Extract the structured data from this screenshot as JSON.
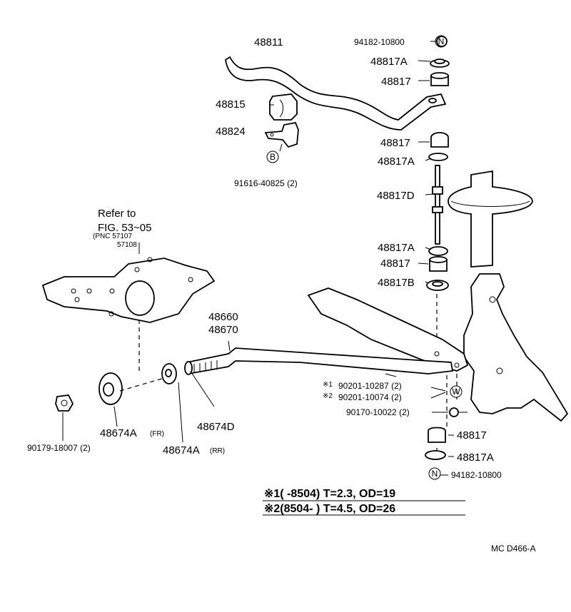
{
  "labels": {
    "l48811": "48811",
    "n94182_top": "94182-10800",
    "l48817A_1": "48817A",
    "l48817_1": "48817",
    "l48815": "48815",
    "l48824": "48824",
    "l48817_2": "48817",
    "l48817A_2": "48817A",
    "l91616": "91616-40825 (2)",
    "l48817D": "48817D",
    "l48817A_3": "48817A",
    "l48817_3": "48817",
    "l48817B": "48817B",
    "l48660": "48660",
    "l48670": "48670",
    "n90201_1": "90201-10287 (2)",
    "n90201_2": "90201-10074 (2)",
    "n90170": "90170-10022 (2)",
    "l48817_4": "48817",
    "l48817A_4": "48817A",
    "n94182_bot": "94182-10800",
    "l48674D": "48674D",
    "l48674A_fr": "48674A",
    "fr_tag": "(FR)",
    "l48674A_rr": "48674A",
    "rr_tag": "(RR)",
    "n90179": "90179-18007 (2)",
    "mark1": "※1",
    "mark2": "※2"
  },
  "symbols": {
    "N": "N",
    "B": "B",
    "W": "W"
  },
  "reference": {
    "line1": "Refer to",
    "line2": "FIG. 53~05",
    "pnc1": "(PNC 57107",
    "pnc2": "57108"
  },
  "notes": {
    "n1": "※1(        -8504) T=2.3, OD=19",
    "n2": "※2(8504-          ) T=4.5, OD=26"
  },
  "code": "MC D466-A"
}
